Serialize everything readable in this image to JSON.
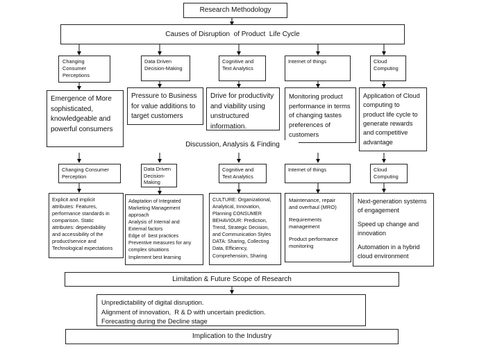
{
  "top": {
    "title": "Research Methodology"
  },
  "causes": {
    "title": "Causes of Disruption  of Product  Life Cycle"
  },
  "row1_labels": [
    "Changing\nConsumer\nPerceptions",
    "Data Driven\nDecision-Making",
    "Cognitive and\nText Analytics",
    "Internet of things",
    "Cloud\nComputing"
  ],
  "row1_descriptions": [
    "Emergence of More\nsophisticated,\nknowledgeable and\npowerful consumers",
    "Pressure to Business\nfor value additions to\ntarget customers",
    "Drive for productivity\nand viability using\nunstructured\ninformation.",
    "Monitoring product\nperformance in terms\nof changing tastes\npreferences of\ncustomers",
    "Application of Cloud\ncomputing to\nproduct life cycle to\ngenerate rewards\nand competitive\nadvantage"
  ],
  "discussion": {
    "title": "Discussion, Analysis & Finding"
  },
  "row2_labels": [
    "Changing Consumer\nPerception",
    "Data Driven\nDecision-\nMaking",
    "Cognitive and\nText Analytics",
    "Internet of things",
    "Cloud\nComputing"
  ],
  "row2_descriptions": {
    "consumer": "Explicit and implicit\nattributes: Features,\nperformance standards in\ncomparison. Static\nattributes: dependability\nand accessibility of the\nproduct/service and\nTechnological expectations",
    "data": "Adaptation of Integrated\nMarketing Management\napproach\nAnalysis of Internal and\nExternal factors\nEdge of  best practices\nPreventive measures for any\ncomplex situations\nImplement best learning",
    "cognitive": "CULTURE: Organizational,\nAnalytical, Innovation,\nPlanning CONSUMER\nBEHAVIOUR: Prediction,\nTrend, Strategic Decision,\nand Communication Styles\nDATA: Sharing, Collecting\nData, Efficiency,\nComprehension, Sharing",
    "iot": [
      "Maintenance, repair\nand overhaul (MRO)",
      "Requirements\nmanagement",
      "Product performance\nmonitoring"
    ],
    "cloud": [
      "Next-generation systems\nof engagement",
      "Speed up change and\ninnovation",
      "Automation in a hybrid\ncloud environment"
    ]
  },
  "limitation": {
    "title": "Limitation & Future Scope of Research"
  },
  "limitation_points": [
    "Unpredictability of digital disruption.",
    "Alignment of innovation,  R & D with uncertain prediction.",
    "Forecasting during the Decline stage"
  ],
  "implication": {
    "title": "Implication to the Industry"
  }
}
